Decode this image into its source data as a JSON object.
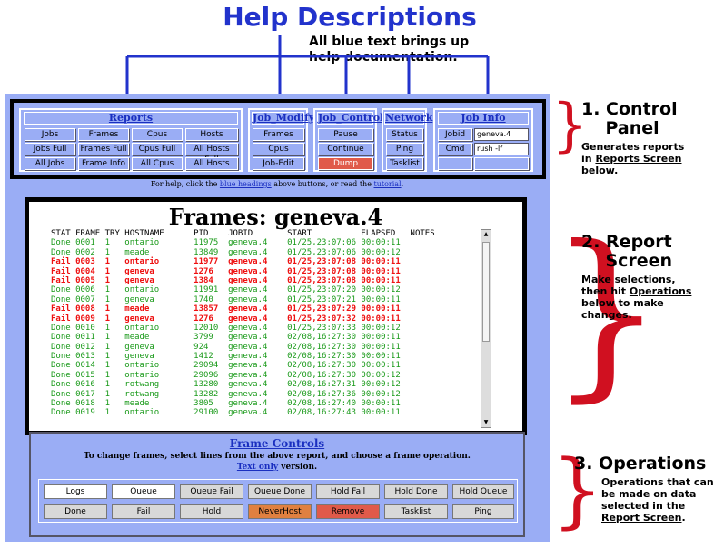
{
  "title": "Help Descriptions",
  "subtitle": "All blue text brings up\nhelp documentation.",
  "control": {
    "reports": {
      "heading": "Reports",
      "buttons": [
        "Jobs",
        "Frames",
        "Cpus",
        "Hosts",
        "Jobs Full",
        "Frames Full",
        "Cpus Full",
        "All Hosts Full",
        "All Jobs",
        "Frame Info",
        "All Cpus",
        "All Hosts"
      ]
    },
    "job_modify": {
      "heading": "Job_Modify",
      "buttons": [
        "Frames",
        "Cpus",
        "Job-Edit"
      ]
    },
    "job_control": {
      "heading": "Job_Control",
      "buttons": [
        "Pause",
        "Continue",
        "Dump"
      ]
    },
    "network": {
      "heading": "Network",
      "buttons": [
        "Status",
        "Ping",
        "Tasklist"
      ]
    },
    "job_info": {
      "heading": "Job Info",
      "jobid_label": "Jobid",
      "jobid_value": "geneva.4",
      "cmd_label": "Cmd",
      "cmd_value": "rush -lf"
    }
  },
  "helpline": {
    "pre": "For help, click the ",
    "link1": "blue headings",
    "mid": " above buttons, or read the ",
    "link2": "tutorial",
    "post": "."
  },
  "report": {
    "title": "Frames: geneva.4",
    "header": "STAT FRAME TRY HOSTNAME      PID    JOBID       START          ELAPSED   NOTES",
    "rows": [
      {
        "stat": "Done",
        "frame": "0001",
        "try": "1",
        "host": "ontario",
        "pid": "11975",
        "jobid": "geneva.4",
        "start": "01/25,23:07:06",
        "elapsed": "00:00:11"
      },
      {
        "stat": "Done",
        "frame": "0002",
        "try": "1",
        "host": "meade",
        "pid": "13849",
        "jobid": "geneva.4",
        "start": "01/25,23:07:06",
        "elapsed": "00:00:12"
      },
      {
        "stat": "Fail",
        "frame": "0003",
        "try": "1",
        "host": "ontario",
        "pid": "11977",
        "jobid": "geneva.4",
        "start": "01/25,23:07:08",
        "elapsed": "00:00:11"
      },
      {
        "stat": "Fail",
        "frame": "0004",
        "try": "1",
        "host": "geneva",
        "pid": "1276",
        "jobid": "geneva.4",
        "start": "01/25,23:07:08",
        "elapsed": "00:00:11"
      },
      {
        "stat": "Fail",
        "frame": "0005",
        "try": "1",
        "host": "geneva",
        "pid": "1384",
        "jobid": "geneva.4",
        "start": "01/25,23:07:08",
        "elapsed": "00:00:11"
      },
      {
        "stat": "Done",
        "frame": "0006",
        "try": "1",
        "host": "ontario",
        "pid": "11991",
        "jobid": "geneva.4",
        "start": "01/25,23:07:20",
        "elapsed": "00:00:12"
      },
      {
        "stat": "Done",
        "frame": "0007",
        "try": "1",
        "host": "geneva",
        "pid": "1740",
        "jobid": "geneva.4",
        "start": "01/25,23:07:21",
        "elapsed": "00:00:11"
      },
      {
        "stat": "Fail",
        "frame": "0008",
        "try": "1",
        "host": "meade",
        "pid": "13857",
        "jobid": "geneva.4",
        "start": "01/25,23:07:29",
        "elapsed": "00:00:11"
      },
      {
        "stat": "Fail",
        "frame": "0009",
        "try": "1",
        "host": "geneva",
        "pid": "1276",
        "jobid": "geneva.4",
        "start": "01/25,23:07:32",
        "elapsed": "00:00:11"
      },
      {
        "stat": "Done",
        "frame": "0010",
        "try": "1",
        "host": "ontario",
        "pid": "12010",
        "jobid": "geneva.4",
        "start": "01/25,23:07:33",
        "elapsed": "00:00:12"
      },
      {
        "stat": "Done",
        "frame": "0011",
        "try": "1",
        "host": "meade",
        "pid": "3799",
        "jobid": "geneva.4",
        "start": "02/08,16:27:30",
        "elapsed": "00:00:11"
      },
      {
        "stat": "Done",
        "frame": "0012",
        "try": "1",
        "host": "geneva",
        "pid": "924",
        "jobid": "geneva.4",
        "start": "02/08,16:27:30",
        "elapsed": "00:00:11"
      },
      {
        "stat": "Done",
        "frame": "0013",
        "try": "1",
        "host": "geneva",
        "pid": "1412",
        "jobid": "geneva.4",
        "start": "02/08,16:27:30",
        "elapsed": "00:00:11"
      },
      {
        "stat": "Done",
        "frame": "0014",
        "try": "1",
        "host": "ontario",
        "pid": "29094",
        "jobid": "geneva.4",
        "start": "02/08,16:27:30",
        "elapsed": "00:00:11"
      },
      {
        "stat": "Done",
        "frame": "0015",
        "try": "1",
        "host": "ontario",
        "pid": "29096",
        "jobid": "geneva.4",
        "start": "02/08,16:27:30",
        "elapsed": "00:00:12"
      },
      {
        "stat": "Done",
        "frame": "0016",
        "try": "1",
        "host": "rotwang",
        "pid": "13280",
        "jobid": "geneva.4",
        "start": "02/08,16:27:31",
        "elapsed": "00:00:12"
      },
      {
        "stat": "Done",
        "frame": "0017",
        "try": "1",
        "host": "rotwang",
        "pid": "13282",
        "jobid": "geneva.4",
        "start": "02/08,16:27:36",
        "elapsed": "00:00:12"
      },
      {
        "stat": "Done",
        "frame": "0018",
        "try": "1",
        "host": "meade",
        "pid": "3805",
        "jobid": "geneva.4",
        "start": "02/08,16:27:40",
        "elapsed": "00:00:11"
      },
      {
        "stat": "Done",
        "frame": "0019",
        "try": "1",
        "host": "ontario",
        "pid": "29100",
        "jobid": "geneva.4",
        "start": "02/08,16:27:43",
        "elapsed": "00:00:11"
      }
    ]
  },
  "ops": {
    "title": "Frame Controls",
    "desc": "To change frames, select lines from the above report, and choose a frame operation.",
    "text_only_link": "Text only",
    "text_only_post": " version.",
    "row1": [
      "Logs",
      "Queue",
      "Queue Fail",
      "Queue Done",
      "Hold Fail",
      "Hold Done",
      "Hold Queue"
    ],
    "row2": [
      "Done",
      "Fail",
      "Hold",
      "NeverHost",
      "Remove",
      "Tasklist",
      "Ping"
    ]
  },
  "side": {
    "s1": {
      "title": "1. Control\n    Panel",
      "desc": "Generates reports\nin ",
      "link": "Reports Screen",
      "post": "\nbelow."
    },
    "s2": {
      "title": "2. Report\n    Screen",
      "desc": "Make selections,\nthen hit ",
      "link": "Operations",
      "post": "\nbelow to make\nchanges."
    },
    "s3": {
      "title": "3. Operations",
      "desc": "Operations that can\nbe made on data\nselected in the\n",
      "link": "Report Screen",
      "post": "."
    }
  },
  "colors": {
    "blue": "#2233cc",
    "panel": "#9aadf5",
    "done": "#1a9a1a",
    "fail": "#ee1111",
    "brace": "#d01020"
  }
}
